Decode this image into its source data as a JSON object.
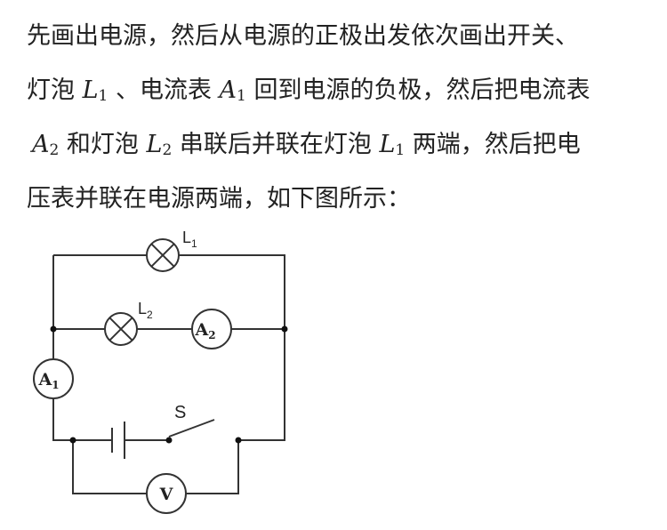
{
  "paragraph": {
    "line1": "先画出电源，然后从电源的正极出发依次画出开关、",
    "line2": {
      "t1": "灯泡 ",
      "L1": {
        "base": "L",
        "sub": "1"
      },
      "t2": " 、电流表 ",
      "A1": {
        "base": "A",
        "sub": "1"
      },
      "t3": " 回到电源的负极，然后把电流表"
    },
    "line3": {
      "A2": {
        "base": "A",
        "sub": "2"
      },
      "t1": " 和灯泡 ",
      "L2": {
        "base": "L",
        "sub": "2"
      },
      "t2": " 串联后并联在灯泡 ",
      "L1": {
        "base": "L",
        "sub": "1"
      },
      "t3": " 两端，然后把电"
    },
    "line4": "压表并联在电源两端，如下图所示："
  },
  "circuit": {
    "lamp_L1": {
      "label": "L",
      "sub": "1"
    },
    "lamp_L2": {
      "label": "L",
      "sub": "2"
    },
    "ammeter_A1": {
      "label": "A",
      "sub": "1"
    },
    "ammeter_A2": {
      "label": "A",
      "sub": "2"
    },
    "voltmeter": {
      "label": "V"
    },
    "switch": {
      "label": "S"
    }
  }
}
